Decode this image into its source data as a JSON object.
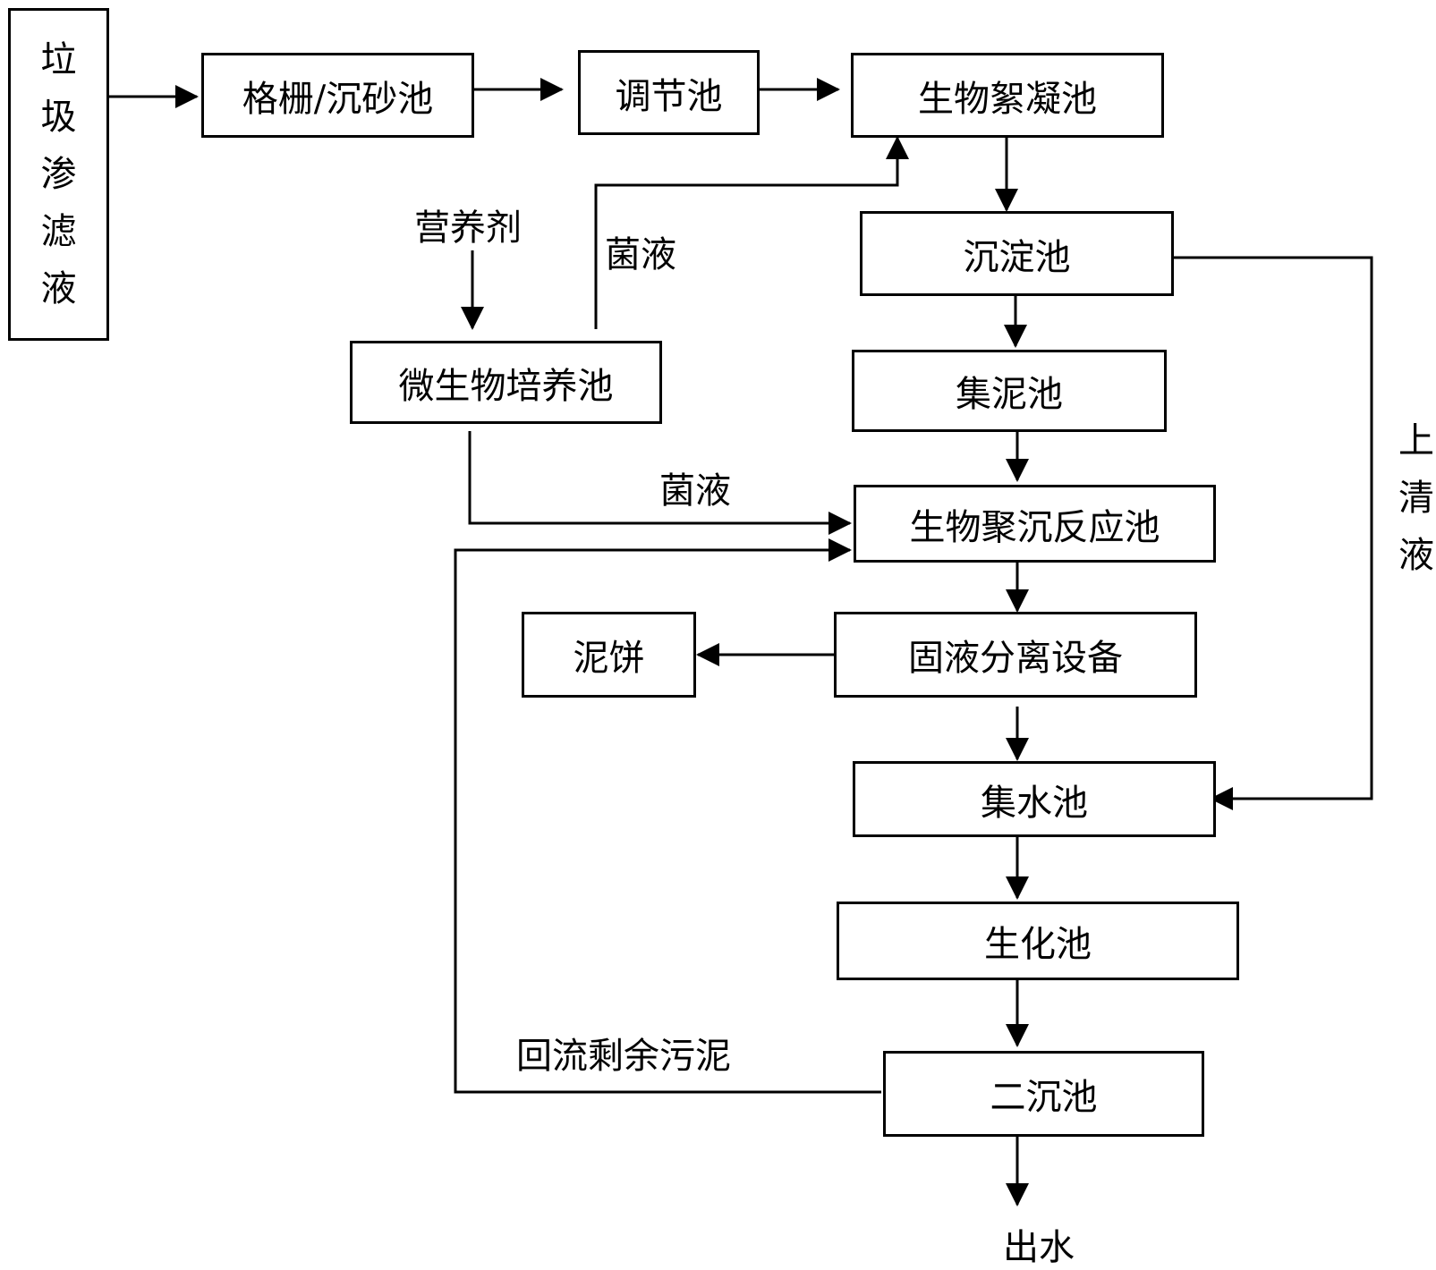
{
  "nodes": {
    "leachate": [
      "垃",
      "圾",
      "渗",
      "滤",
      "液"
    ],
    "grid_grit": "格栅/沉砂池",
    "equalization": "调节池",
    "bio_floc": "生物絮凝池",
    "sedimentation": "沉淀池",
    "sludge_collect": "集泥池",
    "bio_agg_reactor": "生物聚沉反应池",
    "solid_liquid_sep": "固液分离设备",
    "sludge_cake": "泥饼",
    "water_collect": "集水池",
    "biochem": "生化池",
    "secondary_clarifier": "二沉池",
    "micro_culture": "微生物培养池"
  },
  "labels": {
    "nutrient": "营养剂",
    "bacteria_1": "菌液",
    "bacteria_2": "菌液",
    "supernatant": [
      "上",
      "清",
      "液"
    ],
    "return_sludge": "回流剩余污泥",
    "outlet": "出水"
  }
}
